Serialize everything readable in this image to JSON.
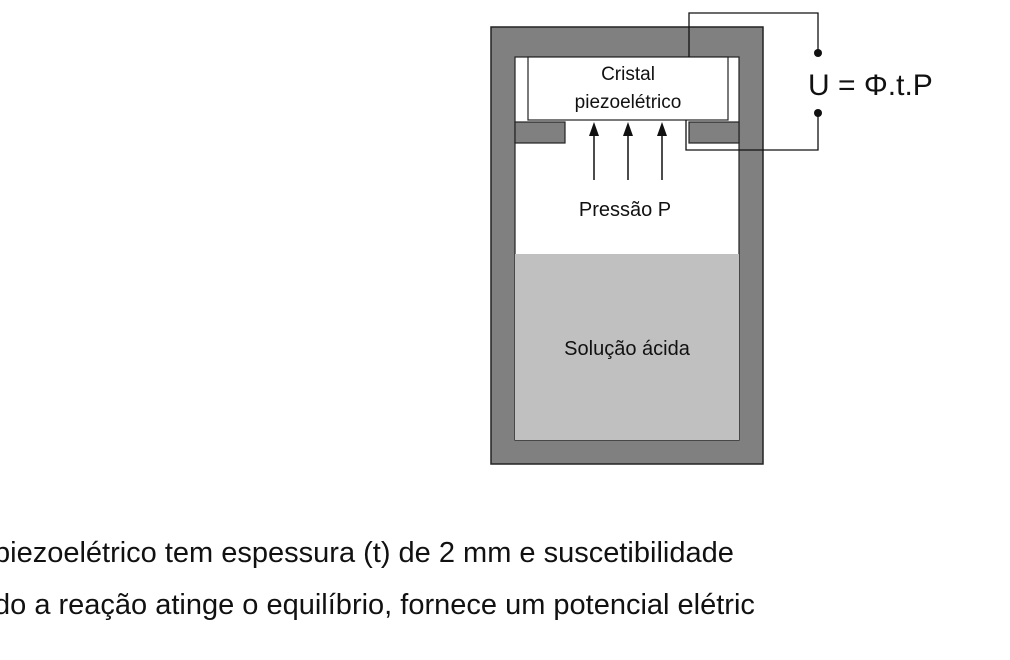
{
  "diagram": {
    "crystal_label_line1": "Cristal",
    "crystal_label_line2": "piezoelétrico",
    "pressure_label": "Pressão P",
    "solution_label": "Solução ácida",
    "equation": "U = Φ.t.P",
    "colors": {
      "wall": "#808080",
      "solution": "#c0c0c0",
      "interior": "#ffffff",
      "stroke": "#222222"
    }
  },
  "caption": {
    "line1": "piezoelétrico tem espessura (t) de 2 mm e suscetibilidade",
    "line2": "do a reação atinge o equilíbrio, fornece um potencial elétric"
  }
}
